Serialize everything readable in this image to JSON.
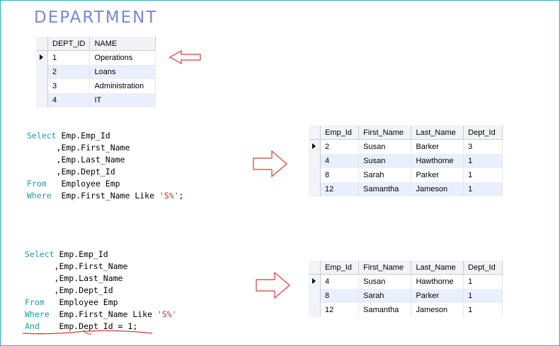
{
  "title": "DEPARTMENT",
  "dept_table": {
    "headers": [
      "DEPT_ID",
      "NAME"
    ],
    "rows": [
      [
        "1",
        "Operations"
      ],
      [
        "2",
        "Loans"
      ],
      [
        "3",
        "Administration"
      ],
      [
        "4",
        "IT"
      ]
    ]
  },
  "query1": {
    "lines": [
      {
        "kw": "Select",
        "text": " Emp.Emp_Id",
        "str": "",
        "tail": ""
      },
      {
        "kw": "",
        "text": "      ,Emp.First_Name",
        "str": "",
        "tail": ""
      },
      {
        "kw": "",
        "text": "      ,Emp.Last_Name",
        "str": "",
        "tail": ""
      },
      {
        "kw": "",
        "text": "      ,Emp.Dept_Id",
        "str": "",
        "tail": ""
      },
      {
        "kw": "From",
        "text": "   Employee Emp",
        "str": "",
        "tail": ""
      },
      {
        "kw": "Where",
        "text": "  Emp.First_Name Like ",
        "str": "'S%'",
        "tail": ";"
      }
    ]
  },
  "result1": {
    "headers": [
      "Emp_Id",
      "First_Name",
      "Last_Name",
      "Dept_Id"
    ],
    "rows": [
      [
        "2",
        "Susan",
        "Barker",
        "3"
      ],
      [
        "4",
        "Susan",
        "Hawthorne",
        "1"
      ],
      [
        "8",
        "Sarah",
        "Parker",
        "1"
      ],
      [
        "12",
        "Samantha",
        "Jameson",
        "1"
      ]
    ]
  },
  "query2": {
    "lines": [
      {
        "kw": "Select",
        "text": " Emp.Emp_Id",
        "str": "",
        "tail": ""
      },
      {
        "kw": "",
        "text": "      ,Emp.First_Name",
        "str": "",
        "tail": ""
      },
      {
        "kw": "",
        "text": "      ,Emp.Last_Name",
        "str": "",
        "tail": ""
      },
      {
        "kw": "",
        "text": "      ,Emp.Dept_Id",
        "str": "",
        "tail": ""
      },
      {
        "kw": "From",
        "text": "   Employee Emp",
        "str": "",
        "tail": ""
      },
      {
        "kw": "Where",
        "text": "  Emp.First_Name Like ",
        "str": "'S%'",
        "tail": ""
      },
      {
        "kw": "And",
        "text": "    Emp.Dept_Id = 1;",
        "str": "",
        "tail": ""
      }
    ]
  },
  "result2": {
    "headers": [
      "Emp_Id",
      "First_Name",
      "Last_Name",
      "Dept_Id"
    ],
    "rows": [
      [
        "4",
        "Susan",
        "Hawthorne",
        "1"
      ],
      [
        "8",
        "Sarah",
        "Parker",
        "1"
      ],
      [
        "12",
        "Samantha",
        "Jameson",
        "1"
      ]
    ]
  },
  "colors": {
    "keyword": "#1a9aa8",
    "string": "#a33333",
    "arrow": "#d23c3c",
    "title": "#7b86d9",
    "frame": "#2fb3c8"
  },
  "icons": {
    "row_selector": "triangle-right-icon",
    "callout": "arrow-right-outline-icon"
  }
}
